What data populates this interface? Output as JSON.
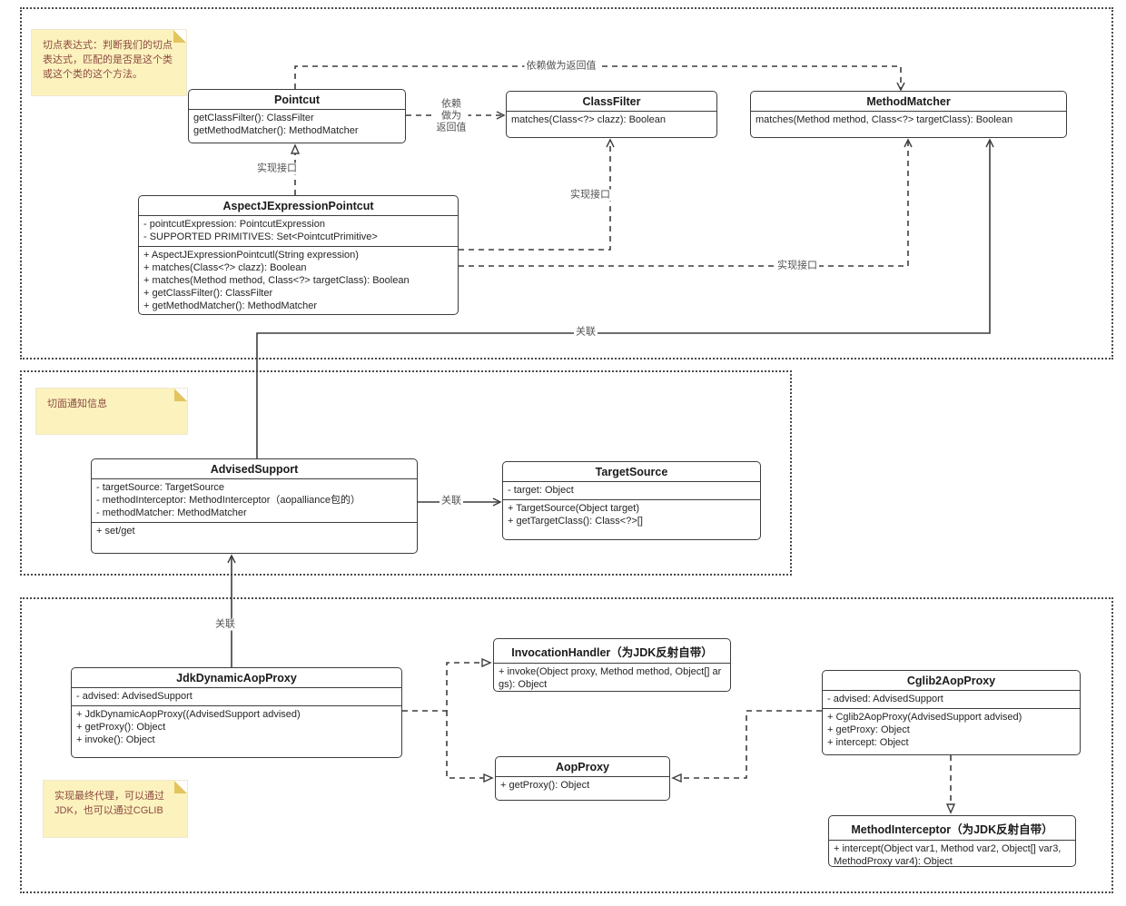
{
  "colors": {
    "line": "#3d3d3d",
    "note_background": "#fcf2bd",
    "note_fold": "#e3c55f",
    "note_text": "#8b4a42",
    "edge_label_text": "#525252",
    "box_background": "#ffffff"
  },
  "notes": {
    "pointcut_expression": "切点表达式：判断我们的切点表达式，匹配的是否是这个类或这个类的这个方法。",
    "aspect_advice": "切面通知信息",
    "final_proxy": "实现最终代理，可以通过JDK，也可以通过CGLIB"
  },
  "classes": {
    "pointcut": {
      "title": "Pointcut",
      "methods": [
        "getClassFilter(): ClassFilter",
        "getMethodMatcher(): MethodMatcher"
      ]
    },
    "class_filter": {
      "title": "ClassFilter",
      "methods": [
        "matches(Class<?> clazz): Boolean"
      ]
    },
    "method_matcher": {
      "title": "MethodMatcher",
      "methods": [
        "matches(Method method, Class<?> targetClass): Boolean"
      ]
    },
    "aspectj_expression_pointcut": {
      "title": "AspectJExpressionPointcut",
      "fields": [
        "- pointcutExpression: PointcutExpression",
        "- SUPPORTED PRIMITIVES: Set<PointcutPrimitive>"
      ],
      "methods": [
        "+ AspectJExpressionPointcutl(String expression)",
        "+ matches(Class<?> clazz): Boolean",
        "+ matches(Method method, Class<?> targetClass): Boolean",
        "+ getClassFilter(): ClassFilter",
        "+ getMethodMatcher(): MethodMatcher"
      ]
    },
    "advised_support": {
      "title": "AdvisedSupport",
      "fields": [
        "- targetSource: TargetSource",
        "- methodInterceptor: MethodInterceptor（aopalliance包的）",
        "- methodMatcher: MethodMatcher"
      ],
      "methods": [
        "+ set/get"
      ]
    },
    "target_source": {
      "title": "TargetSource",
      "fields": [
        "- target: Object"
      ],
      "methods": [
        "+ TargetSource(Object target)",
        "+ getTargetClass(): Class<?>[]"
      ]
    },
    "jdk_dynamic_aop_proxy": {
      "title": "JdkDynamicAopProxy",
      "fields": [
        "- advised: AdvisedSupport"
      ],
      "methods": [
        "+ JdkDynamicAopProxy((AdvisedSupport advised)",
        "+ getProxy(): Object",
        "+ invoke(): Object"
      ]
    },
    "invocation_handler": {
      "title": "InvocationHandler（为JDK反射自带）",
      "methods": [
        "+ invoke(Object proxy, Method method, Object[] args): Object"
      ]
    },
    "aop_proxy": {
      "title": "AopProxy",
      "methods": [
        "+ getProxy(): Object"
      ]
    },
    "cglib2_aop_proxy": {
      "title": "Cglib2AopProxy",
      "fields": [
        "- advised: AdvisedSupport"
      ],
      "methods": [
        "+ Cglib2AopProxy(AdvisedSupport advised)",
        "+ getProxy: Object",
        "+ intercept: Object"
      ]
    },
    "method_interceptor": {
      "title": "MethodInterceptor（为JDK反射自带）",
      "methods": [
        "+ intercept(Object var1, Method var2, Object[] var3, MethodProxy var4): Object"
      ]
    }
  },
  "edge_labels": {
    "dependency_as_return_top": "依赖做为返回值",
    "dependency_as_return_right": "依赖\n做为\n返回值",
    "implements_pointcut": "实现接口",
    "implements_classfilter": "实现接口",
    "implements_methodmatcher": "实现接口",
    "association_methodmatcher": "关联",
    "association_targetsource": "关联",
    "association_advisedsupport": "关联"
  }
}
